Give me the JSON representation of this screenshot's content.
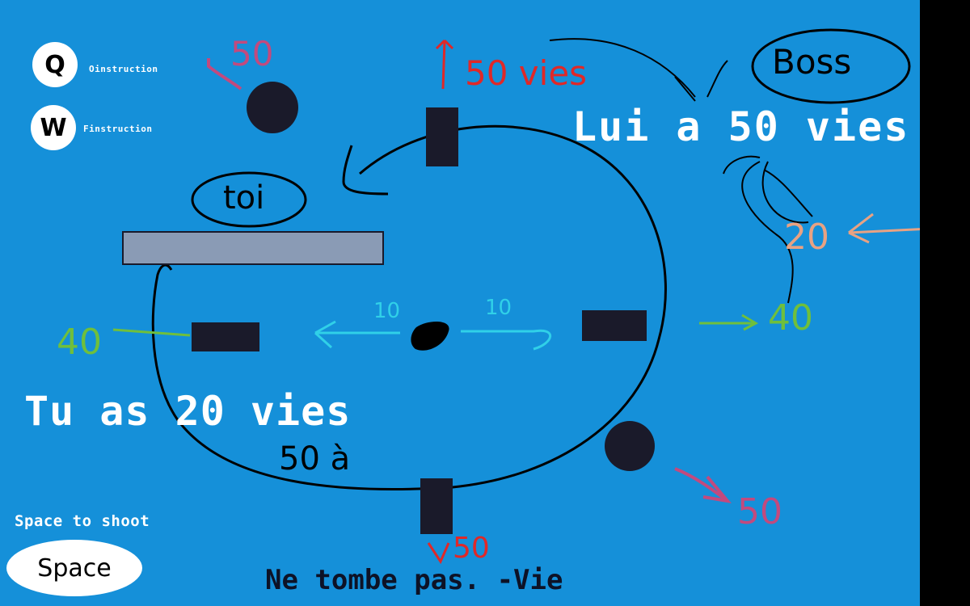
{
  "hud": {
    "q_key": "Q",
    "q_caption": "Oinstruction",
    "w_key": "W",
    "w_caption": "Finstruction",
    "space_caption": "Space to shoot",
    "space_key": "Space"
  },
  "messages": {
    "boss_lives": "Lui a 50 vies",
    "player_lives": "Tu as 20 vies",
    "footer": "Ne tombe pas. -Vie"
  },
  "annotations": {
    "boss": "Boss",
    "you": "toi",
    "top_left_orb": "50",
    "top_block": "50 vies",
    "boss_arrow": "20",
    "right_block": "40",
    "left_block": "40",
    "center_left": "10",
    "center_right": "10",
    "bottom_arc": "50 à",
    "bottom_block": "50",
    "bottom_right_orb": "50"
  },
  "colors": {
    "background": "#1590d9",
    "obstacle": "#1a1a2a",
    "player_bar": "#8a9bb5",
    "pink": "#c24a7e",
    "red": "#e02828",
    "peach": "#e8a283",
    "green": "#6fbf3c",
    "cyan": "#30d0e8"
  }
}
